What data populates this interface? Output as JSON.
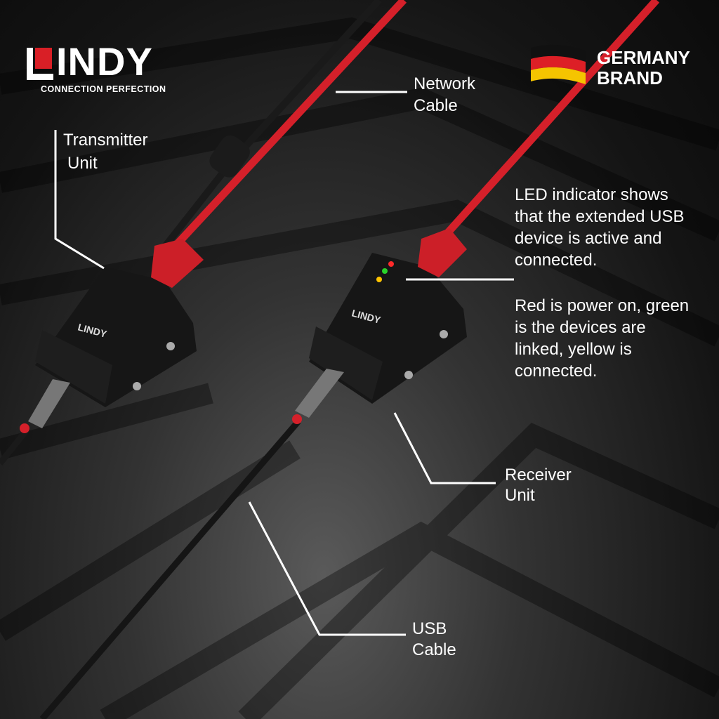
{
  "brand": {
    "logo_text": "LINDY",
    "tagline": "CONNECTION PERFECTION",
    "accent": "#d91f26"
  },
  "badge": {
    "line1": "GERMANY",
    "line2": "BRAND",
    "flag_colors": [
      "#111111",
      "#dd1f26",
      "#f5c400"
    ]
  },
  "labels": {
    "network_cable": [
      "Network",
      "Cable"
    ],
    "transmitter": [
      "Transmitter",
      "Unit"
    ],
    "led": [
      "LED indicator shows",
      "that the extended USB",
      "device is active and",
      "connected."
    ],
    "led_colors": [
      "Red is power on, green",
      "is the devices are",
      "linked, yellow is",
      "connected."
    ],
    "receiver": [
      "Receiver",
      "Unit"
    ],
    "usb_cable": [
      "USB",
      "Cable"
    ]
  },
  "device_logo": "LINDY"
}
